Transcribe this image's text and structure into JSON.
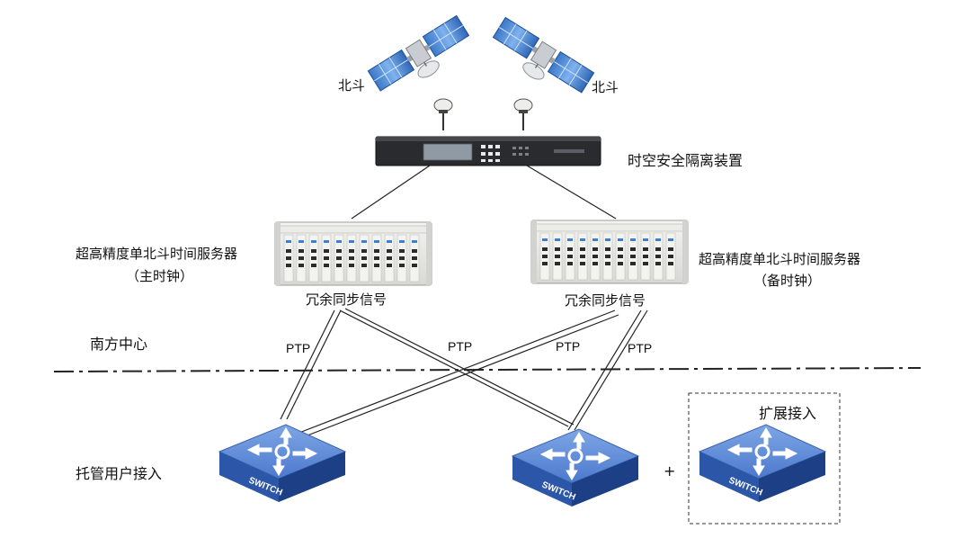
{
  "satellites": [
    {
      "label": "北斗"
    },
    {
      "label": "北斗"
    }
  ],
  "isolation_device": {
    "label": "时空安全隔离装置"
  },
  "servers": [
    {
      "name": "超高精度单北斗时间服务器",
      "role": "（主时钟）",
      "sync_label": "冗余同步信号"
    },
    {
      "name": "超高精度单北斗时间服务器",
      "role": "（备时钟）",
      "sync_label": "冗余同步信号"
    }
  ],
  "zones": {
    "south_center": "南方中心",
    "hosted_access": "托管用户接入"
  },
  "links": {
    "ptp": [
      "PTP",
      "PTP",
      "PTP",
      "PTP"
    ]
  },
  "switches": [
    {
      "text": "SWITCH"
    },
    {
      "text": "SWITCH"
    },
    {
      "text": "SWITCH"
    }
  ],
  "expansion": {
    "label": "扩展接入",
    "plus": "+"
  }
}
